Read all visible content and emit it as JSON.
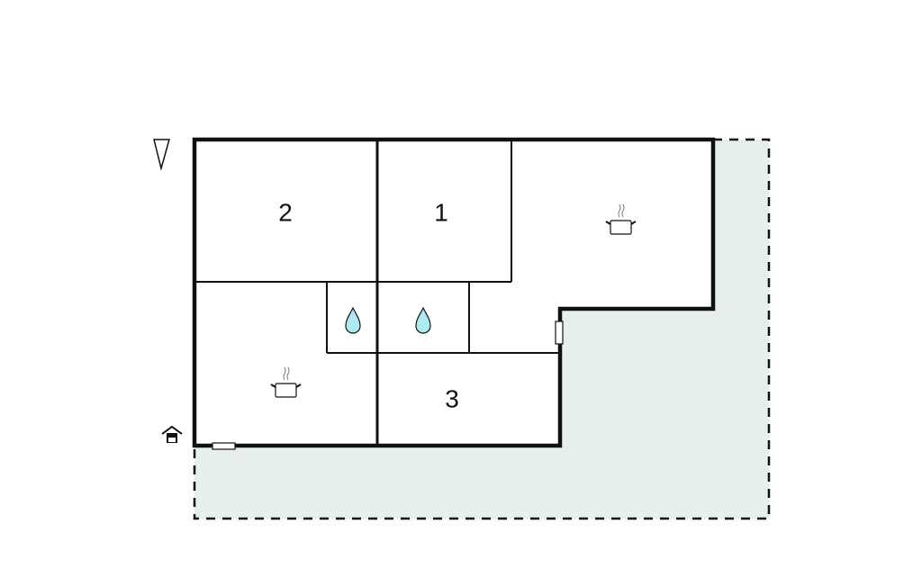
{
  "floorplan": {
    "rooms": [
      {
        "label": "2",
        "type": "bedroom"
      },
      {
        "label": "1",
        "type": "bedroom"
      },
      {
        "label": "3",
        "type": "bedroom"
      }
    ],
    "icons": [
      "north-arrow-icon",
      "entrance-icon",
      "kitchen-pot-icon",
      "kitchen-pot-icon",
      "bathroom-drop-icon",
      "bathroom-drop-icon"
    ],
    "colors": {
      "wall": "#111111",
      "terrace": "#e6eeee",
      "water_drop": "#aeeaf2"
    }
  }
}
